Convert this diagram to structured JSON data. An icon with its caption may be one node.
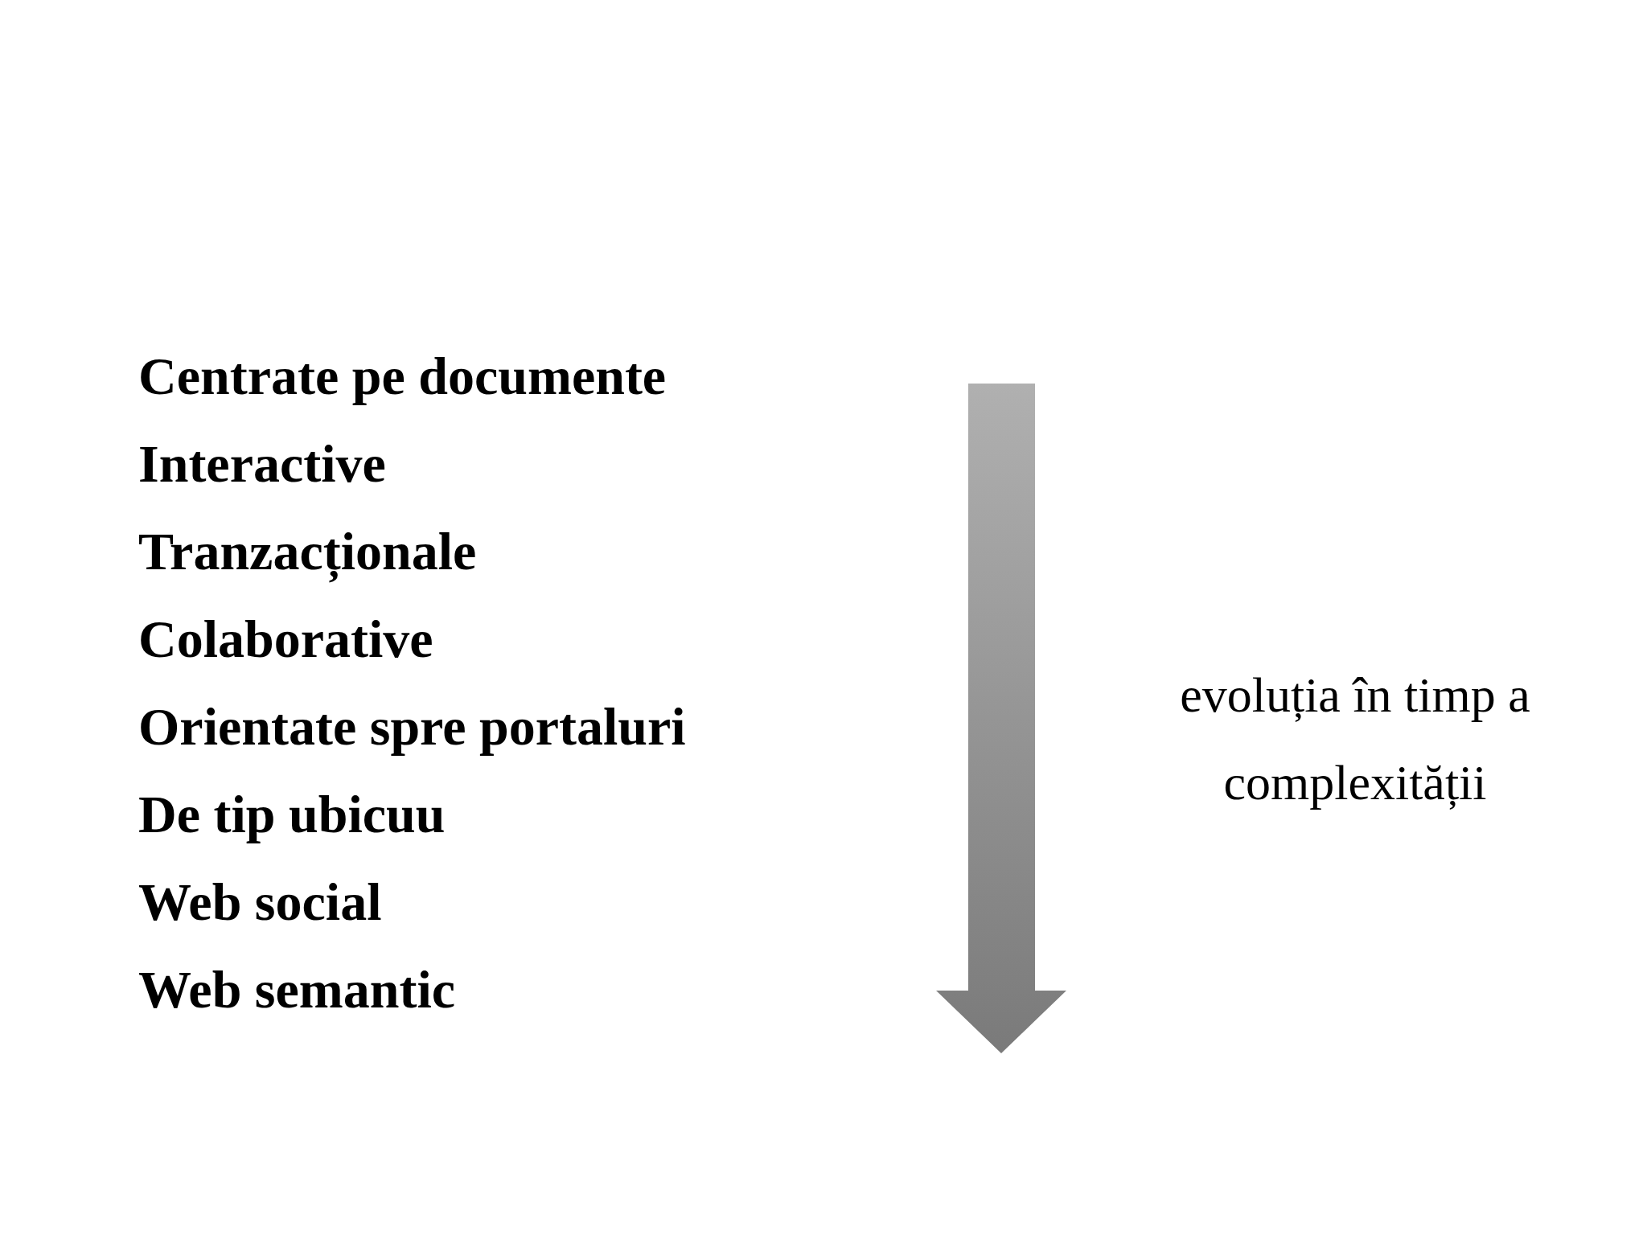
{
  "diagram": {
    "labels": [
      "Centrate pe documente",
      "Interactive",
      "Tranzacționale",
      "Colaborative",
      "Orientate spre portaluri",
      "De tip ubicuu",
      "Web social",
      "Web semantic",
      "evoluția în timp a complexității"
    ]
  }
}
